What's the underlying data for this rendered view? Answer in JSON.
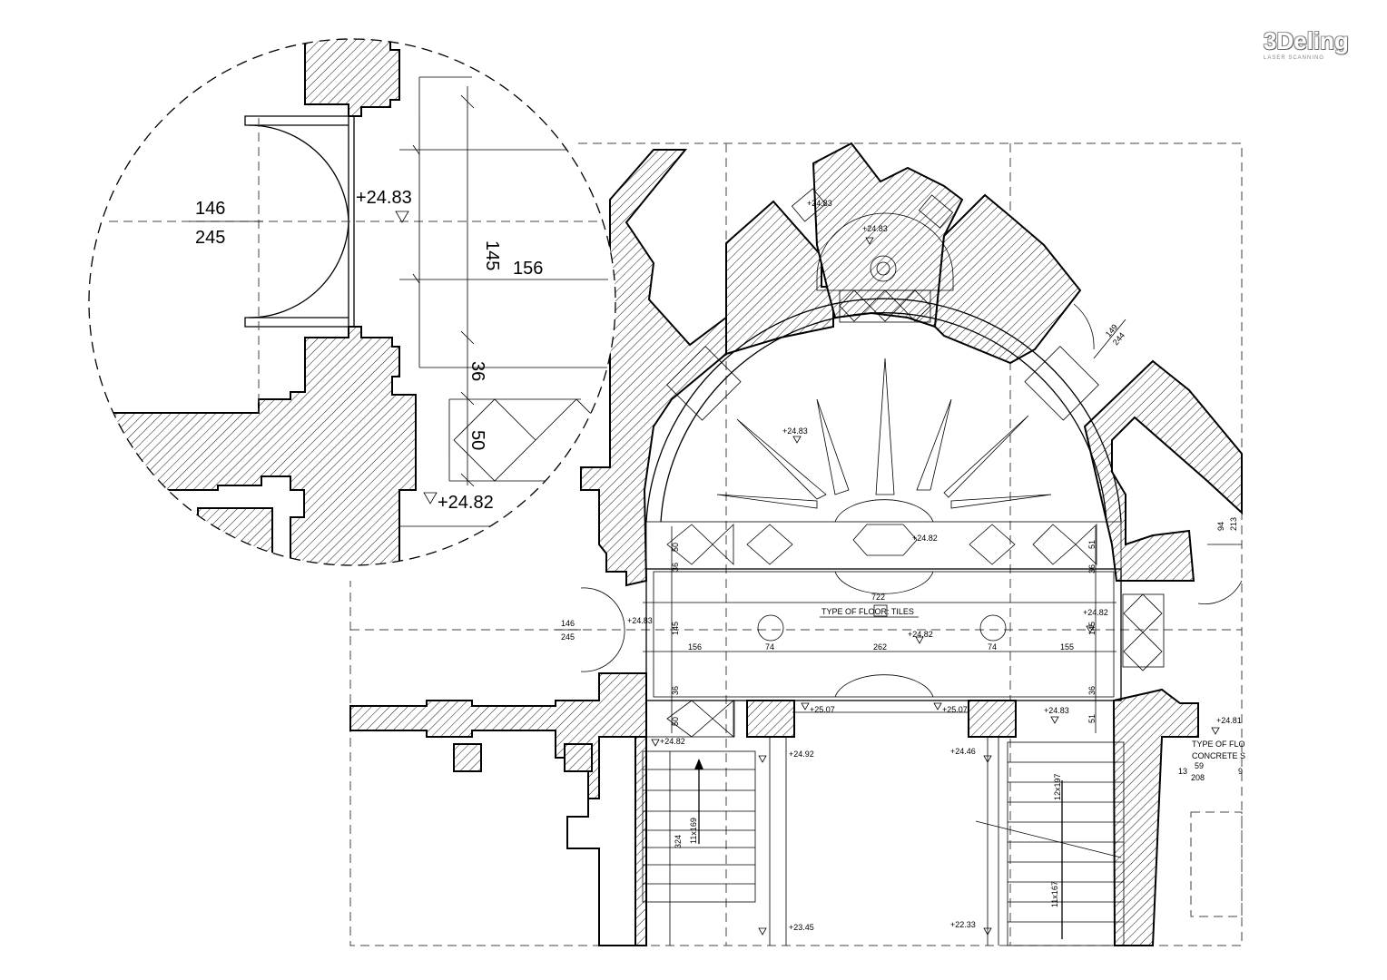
{
  "brand": {
    "logo_text": "3Deling",
    "logo_sub": "LASER SCANNING"
  },
  "zoom_detail": {
    "door_dim_top": "146",
    "door_dim_bottom": "245",
    "level_top": "+24.83",
    "level_bottom": "+24.82",
    "dim_145": "145",
    "dim_156": "156",
    "dim_36": "36",
    "dim_50": "50"
  },
  "plan": {
    "levels": [
      "+24.83",
      "+24.83",
      "+24.83",
      "+24.82",
      "+24.83",
      "+24.82",
      "+24.82",
      "+25.07",
      "+25.07",
      "+24.83",
      "+24.82",
      "+24.92",
      "+24.46",
      "+24.81",
      "+23.45",
      "+22.33"
    ],
    "dims": {
      "d722": "722",
      "d156": "156",
      "d74a": "74",
      "d262": "262",
      "d74b": "74",
      "d155": "155",
      "d145a": "145",
      "d145b": "145",
      "d50a": "50",
      "d50b": "50",
      "d51a": "51",
      "d51b": "51",
      "d36a": "36",
      "d36b": "36",
      "d36c": "36",
      "d36d": "36",
      "door_left_top": "146",
      "door_left_bottom": "245",
      "door_ne_top": "149",
      "door_ne_bottom": "244",
      "door_e_top": "94",
      "door_e_bottom": "213",
      "stair_left_run": "11x169",
      "stair_left_len": "324",
      "stair_right_top": "12x197",
      "stair_right_bottom": "11x167",
      "small_59": "59",
      "small_208": "208",
      "small_13": "13",
      "small_9": "9"
    },
    "floor_label": "TYPE OF FLOOR: TILES",
    "floor_label_right_1": "TYPE OF FLO",
    "floor_label_right_2": "CONCRETE S"
  }
}
